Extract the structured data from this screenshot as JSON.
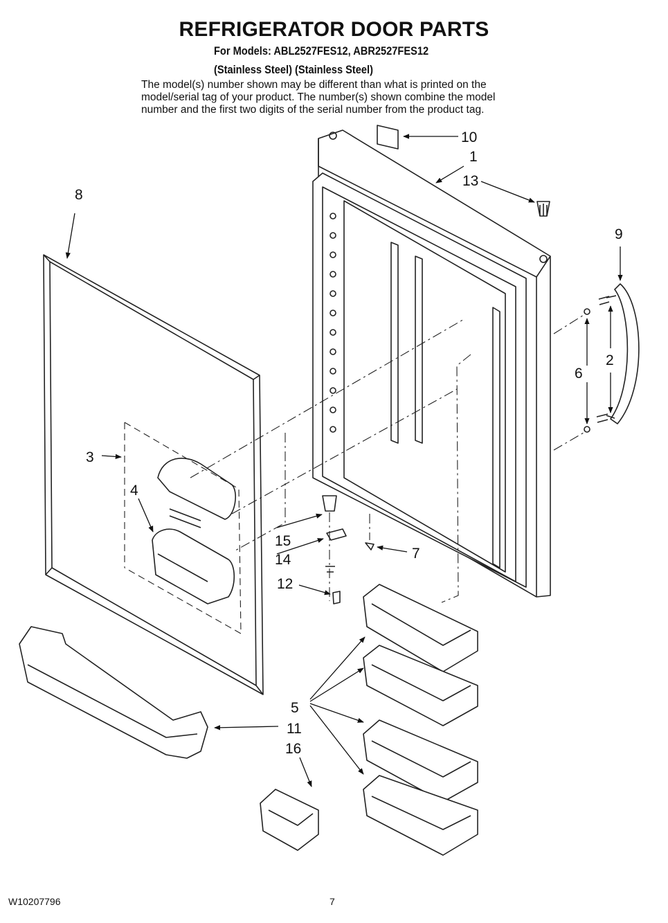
{
  "header": {
    "title": "REFRIGERATOR DOOR PARTS",
    "models_line": "For Models: ABL2527FES12, ABR2527FES12",
    "finish_line": "(Stainless Steel) (Stainless Steel)",
    "note_lines": [
      "The model(s) number shown may be different than what is printed on the",
      "model/serial tag of your product. The number(s) shown combine the model",
      "number and the first two digits of the serial number from the product tag."
    ]
  },
  "callouts": {
    "c1": "1",
    "c2": "2",
    "c3": "3",
    "c4": "4",
    "c5": "5",
    "c6": "6",
    "c7": "7",
    "c8": "8",
    "c9": "9",
    "c10": "10",
    "c11": "11",
    "c12": "12",
    "c13": "13",
    "c14": "14",
    "c15": "15",
    "c16": "16"
  },
  "footer": {
    "doc_number": "W10207796",
    "page_number": "7"
  }
}
